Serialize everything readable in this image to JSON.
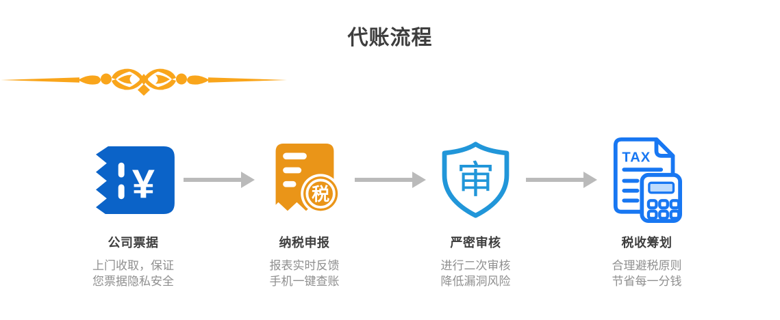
{
  "page": {
    "title": "代账流程",
    "background": "#ffffff"
  },
  "divider": {
    "name": "ornament-divider",
    "color": "#f9a51b"
  },
  "arrow": {
    "color": "#bababa"
  },
  "colors": {
    "ticket_blue": "#0b63c8",
    "receipt_orange": "#ea9518",
    "shield_blue": "#2196d9",
    "tax_blue": "#1877f2",
    "calc_screen_blue": "#bfdcfd",
    "title_dark": "#3e3e3e",
    "desc_gray": "#8f8f8f"
  },
  "steps": [
    {
      "icon": "invoice-ticket-icon",
      "icon_symbol": "¥",
      "title": "公司票据",
      "desc_line1": "上门收取，保证",
      "desc_line2": "您票据隐私安全"
    },
    {
      "icon": "tax-receipt-icon",
      "icon_symbol": "税",
      "title": "纳税申报",
      "desc_line1": "报表实时反馈",
      "desc_line2": "手机一键查账"
    },
    {
      "icon": "audit-shield-icon",
      "icon_symbol": "审",
      "title": "严密审核",
      "desc_line1": "进行二次审核",
      "desc_line2": "降低漏洞风险"
    },
    {
      "icon": "tax-planning-icon",
      "icon_symbol": "TAX",
      "title": "税收筹划",
      "desc_line1": "合理避税原则",
      "desc_line2": "节省每一分钱"
    }
  ]
}
